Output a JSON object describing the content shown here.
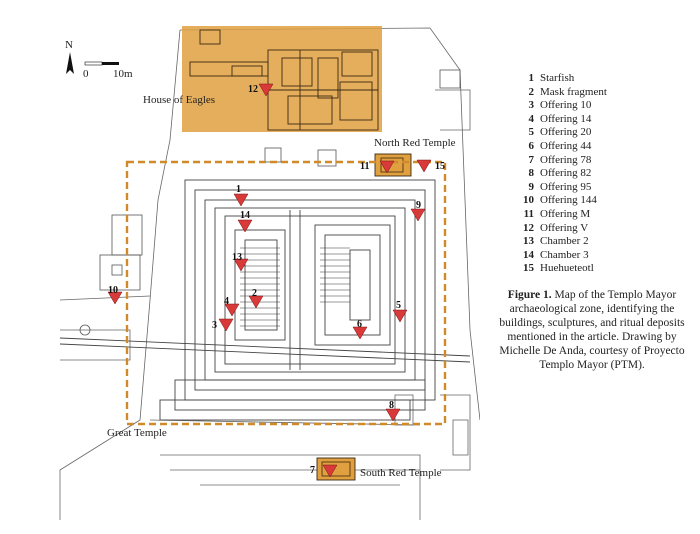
{
  "map": {
    "north_label": "N",
    "scale_start": "0",
    "scale_end": "10m",
    "labels": {
      "house_of_eagles": "House of Eagles",
      "north_red_temple": "North Red Temple",
      "great_temple": "Great Temple",
      "south_red_temple": "South Red Temple"
    },
    "colors": {
      "highlight_fill": "#e0a040",
      "dashed_border": "#d08a2a",
      "marker": "#d83a3a",
      "line": "#555555"
    }
  },
  "legend": [
    {
      "num": "1",
      "label": "Starfish"
    },
    {
      "num": "2",
      "label": "Mask fragment"
    },
    {
      "num": "3",
      "label": "Offering 10"
    },
    {
      "num": "4",
      "label": "Offering 14"
    },
    {
      "num": "5",
      "label": "Offering 20"
    },
    {
      "num": "6",
      "label": "Offering 44"
    },
    {
      "num": "7",
      "label": "Offering 78"
    },
    {
      "num": "8",
      "label": "Offering 82"
    },
    {
      "num": "9",
      "label": "Offering 95"
    },
    {
      "num": "10",
      "label": "Offering 144"
    },
    {
      "num": "11",
      "label": "Offering M"
    },
    {
      "num": "12",
      "label": "Offering V"
    },
    {
      "num": "13",
      "label": "Chamber 2"
    },
    {
      "num": "14",
      "label": "Chamber 3"
    },
    {
      "num": "15",
      "label": "Huehueteotl"
    }
  ],
  "caption": {
    "figure_label": "Figure 1.",
    "text": "Map of the Templo Mayor archaeological zone, identifying the buildings, sculptures, and ritual deposits mentioned in the article. Drawing by Michelle De Anda, courtesy of Proyecto Templo Mayor (PTM)."
  },
  "markers": [
    {
      "num": "1"
    },
    {
      "num": "2"
    },
    {
      "num": "3"
    },
    {
      "num": "4"
    },
    {
      "num": "5"
    },
    {
      "num": "6"
    },
    {
      "num": "7"
    },
    {
      "num": "8"
    },
    {
      "num": "9"
    },
    {
      "num": "10"
    },
    {
      "num": "11"
    },
    {
      "num": "12"
    },
    {
      "num": "13"
    },
    {
      "num": "14"
    },
    {
      "num": "15"
    }
  ]
}
